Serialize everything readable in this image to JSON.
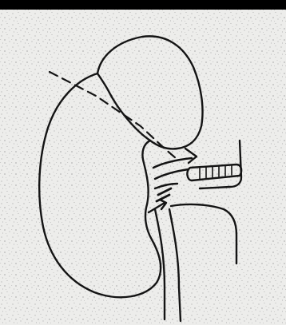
{
  "figure": {
    "style": "monochrome line drawing on speckled grey background",
    "colors": {
      "background": "#ededeb",
      "speckle": "#8a8a8a",
      "ink": "#141414",
      "top_bar": "#000000"
    },
    "elements": [
      "top-border-bar",
      "kidney-outline",
      "adrenal-mass-outline",
      "dashed-resection-line",
      "renal-pedicle-vessels",
      "retractor-clamp",
      "ureter",
      "vena-cava-outline"
    ]
  }
}
